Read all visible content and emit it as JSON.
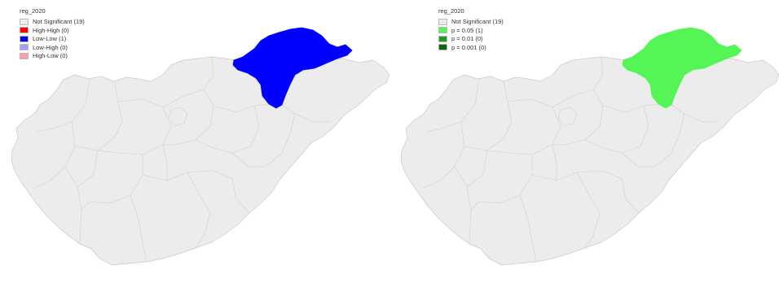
{
  "maps": [
    {
      "legend_title": "reg_2020",
      "highlight_color": "#0000ff",
      "legend": [
        {
          "label": "Not Significant (19)",
          "color": "#ececec"
        },
        {
          "label": "High-High (0)",
          "color": "#ff0000"
        },
        {
          "label": "Low-Low (1)",
          "color": "#0000ff"
        },
        {
          "label": "Low-High (0)",
          "color": "#a0a0ff"
        },
        {
          "label": "High-Low (0)",
          "color": "#ffa0a0"
        }
      ]
    },
    {
      "legend_title": "reg_2020",
      "highlight_color": "#55f555",
      "legend": [
        {
          "label": "Not Significant (19)",
          "color": "#ececec"
        },
        {
          "label": "p = 0.05 (1)",
          "color": "#55f555"
        },
        {
          "label": "p = 0.01 (0)",
          "color": "#229922"
        },
        {
          "label": "p = 0.001 (0)",
          "color": "#0d660d"
        }
      ]
    }
  ],
  "base_color": "#ececec",
  "region_count": 20
}
